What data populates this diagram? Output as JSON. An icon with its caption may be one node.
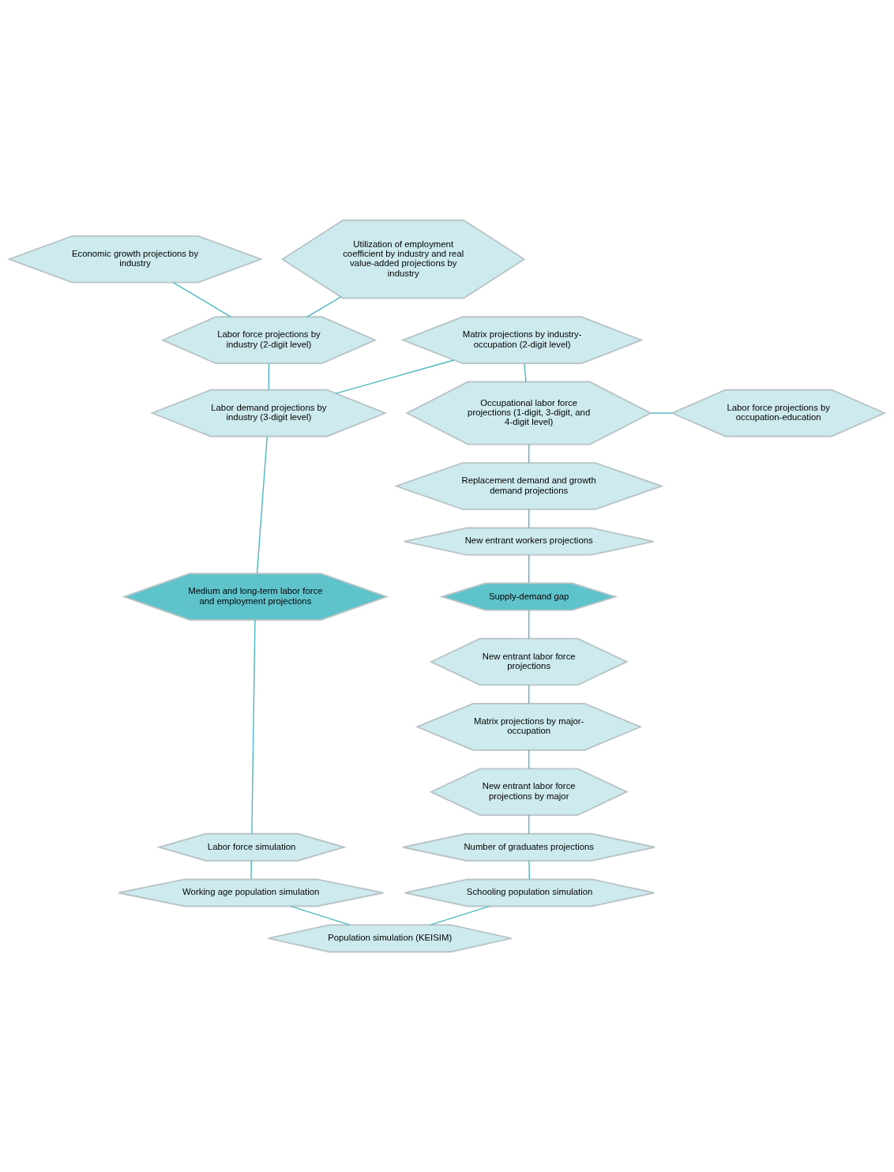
{
  "diagram": {
    "nodes": [
      {
        "text": [
          "Economic growth projections by industry"
        ]
      },
      {
        "text": [
          "Utilization of employment coefficient by industry and real value-added projections by industry"
        ]
      },
      {
        "text": [
          "Labor force projections by industry (2-digit level)"
        ]
      },
      {
        "text": [
          "Matrix projections by industry-occupation (2-digit level)"
        ]
      },
      {
        "text": [
          "Labor demand projections by industry (3-digit level)"
        ]
      },
      {
        "text": [
          "Occupational labor force projections (1-digit, 3-digit, and 4-digit level)"
        ]
      },
      {
        "text": [
          "Labor force projections by occupation-education"
        ]
      },
      {
        "text": [
          "Replacement demand and growth demand projections"
        ]
      },
      {
        "text": [
          "New entrant workers projections"
        ]
      },
      {
        "text": [
          "Medium and long-term labor force and employment projections"
        ]
      },
      {
        "text": [
          "Supply-demand gap"
        ]
      },
      {
        "text": [
          "New entrant labor force projections"
        ]
      },
      {
        "text": [
          "Matrix projections by major-occupation"
        ]
      },
      {
        "text": [
          "New entrant labor force projections by major"
        ]
      },
      {
        "text": [
          "Labor force simulation"
        ]
      },
      {
        "text": [
          "Number of graduates projections"
        ]
      },
      {
        "text": [
          "Working age population simulation"
        ]
      },
      {
        "text": [
          "Schooling population simulation"
        ]
      },
      {
        "text": [
          "Population simulation (KEISIM)"
        ]
      }
    ],
    "edges": [
      {
        "from": 0,
        "to": 2,
        "arrow": "none"
      },
      {
        "from": 1,
        "to": 2,
        "arrow": "none"
      },
      {
        "from": 2,
        "to": 4,
        "arrow": "none"
      },
      {
        "from": 3,
        "to": 4,
        "arrow": "none"
      },
      {
        "from": 3,
        "to": 5,
        "arrow": "none"
      },
      {
        "from": 5,
        "to": 6,
        "arrow": "none"
      },
      {
        "from": 5,
        "to": 7,
        "arrow": "none"
      },
      {
        "from": 7,
        "to": 8,
        "arrow": "none"
      },
      {
        "from": 8,
        "to": 10,
        "arrow": "none"
      },
      {
        "from": 4,
        "to": 9,
        "arrow": "none"
      },
      {
        "from": 9,
        "to": 14,
        "arrow": "none"
      },
      {
        "from": 10,
        "to": 11,
        "arrow": "none"
      },
      {
        "from": 11,
        "to": 12,
        "arrow": "none"
      },
      {
        "from": 12,
        "to": 13,
        "arrow": "none"
      },
      {
        "from": 13,
        "to": 15,
        "arrow": "none"
      },
      {
        "from": 14,
        "to": 16,
        "arrow": "none"
      },
      {
        "from": 15,
        "to": 17,
        "arrow": "none"
      },
      {
        "from": 16,
        "to": 18,
        "arrow": "none"
      },
      {
        "from": 17,
        "to": 18,
        "arrow": "none"
      }
    ]
  }
}
